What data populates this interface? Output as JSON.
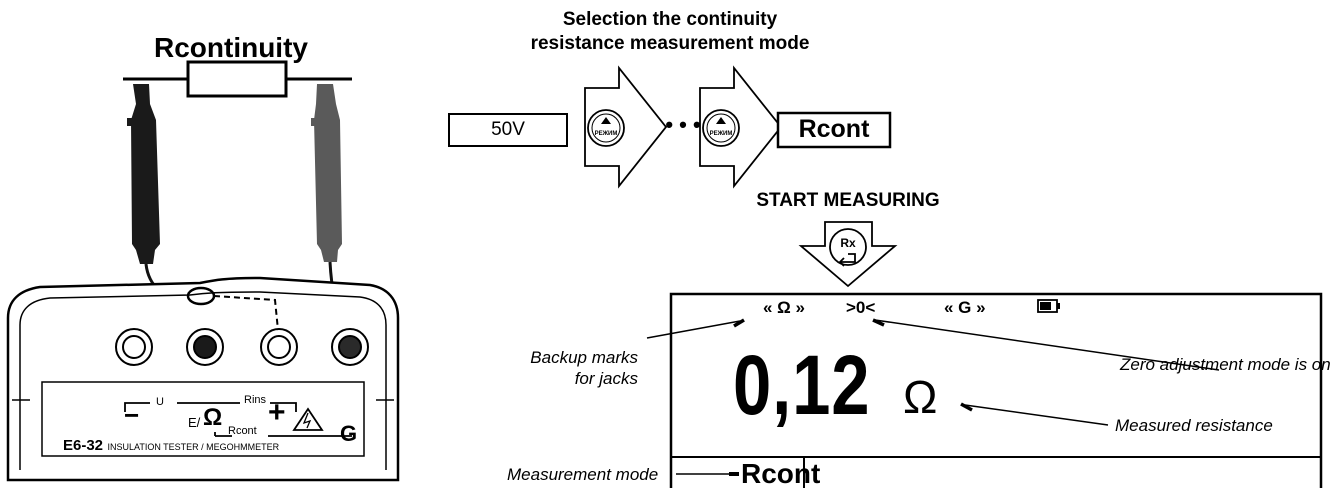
{
  "title": {
    "resistor_label": "Rcontinuity",
    "selection_line1": "Selection the continuity",
    "selection_line2": "resistance measurement mode",
    "start_measuring": "START MEASURING"
  },
  "mode_sequence": {
    "initial_mode": "50V",
    "button_label": "РЕЖИМ",
    "ellipsis": "• • •",
    "final_mode": "Rcont"
  },
  "start_button": {
    "label": "Rx"
  },
  "display": {
    "backup_marks": [
      "« Ω »",
      ">0<",
      "« G »"
    ],
    "reading_value": "0,12",
    "reading_unit": "Ω",
    "mode": "Rcont"
  },
  "callouts": {
    "backup_marks_line1": "Backup marks",
    "backup_marks_line2": "for jacks",
    "zero_adjustment": "Zero adjustment mode is on",
    "measured_resistance": "Measured resistance",
    "measurement_mode": "Measurement mode"
  },
  "device": {
    "terminal_u": "U",
    "terminal_rins": "Rins",
    "terminal_e_omega": "E/",
    "terminal_omega": "Ω",
    "terminal_rcont": "Rcont",
    "terminal_minus": "−",
    "terminal_plus": "+",
    "terminal_g": "G",
    "model": "E6-32",
    "model_desc": "INSULATION TESTER / MEGOHMMETER"
  }
}
